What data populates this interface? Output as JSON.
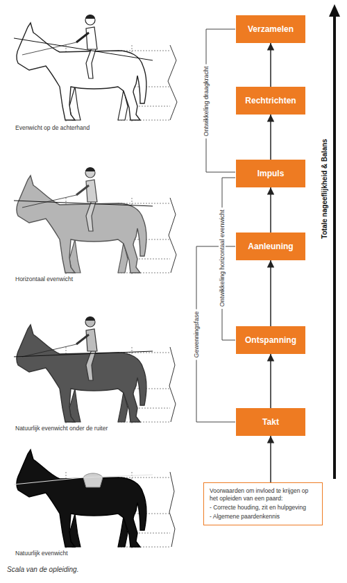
{
  "diagram": {
    "caption": "Scala van de opleiding.",
    "nodes": [
      {
        "text": [
          "Verzamelen"
        ]
      },
      {
        "text": [
          "Rechtrichten"
        ]
      },
      {
        "text": [
          "Impuls"
        ]
      },
      {
        "text": [
          "Aanleuning"
        ]
      },
      {
        "text": [
          "Ontspanning"
        ]
      },
      {
        "text": [
          "Takt"
        ]
      },
      {
        "text": [
          "Voorwaarden om invloed te krijgen op het opleiden van een paard:",
          "- Correcte houding, zit en hulpgeving",
          "- Algemene paardenkennis"
        ]
      }
    ],
    "edges": [
      {
        "from": 5,
        "to": 4,
        "arrow": "to"
      },
      {
        "from": 4,
        "to": 3,
        "arrow": "to"
      },
      {
        "from": 3,
        "to": 2,
        "arrow": "to"
      },
      {
        "from": 2,
        "to": 1,
        "arrow": "to"
      },
      {
        "from": 1,
        "to": 0,
        "arrow": "to"
      },
      {
        "from": 6,
        "to": 5,
        "arrow": "to"
      }
    ],
    "labels": [
      "Evenwicht op de achterhand",
      "Horizontaal evenwicht",
      "Natuurlijk evenwicht onder de ruiter",
      "Natuurlijk evenwicht",
      "Ontwikkeling draagkracht",
      "Ontwikkeling horizontaal evenwicht",
      "Gewenningsfase",
      "Totale nageeflijkheid & Balans"
    ]
  }
}
